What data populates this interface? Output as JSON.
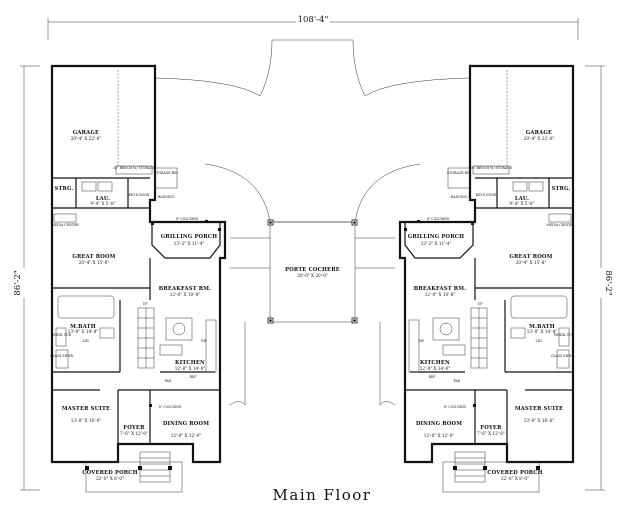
{
  "title": "Main Floor",
  "overall_width": "108'-4\"",
  "overall_depth": "86'-2\"",
  "center": {
    "porte_cochere": {
      "name": "PORTE COCHERE",
      "size": "20'-0\" X 20'-0\""
    }
  },
  "unit": {
    "garage": {
      "name": "GARAGE",
      "size": "20'-4\" X 22'-0\""
    },
    "bench": "16\" BENCH W/ STORAGE",
    "storage": "STORAGE BIN",
    "strg": "STRG.",
    "lau": {
      "name": "LAU.",
      "size": "9'-4\" X 5'-8\""
    },
    "kids_nook": "KID'S NOOK",
    "hanging": "HANGING",
    "media_center": "MEDIA CENTER",
    "column8": "8\" COLUMNS",
    "grilling_porch": {
      "name": "GRILLING PORCH",
      "size": "13'-2\" X 11'-4\""
    },
    "great_room": {
      "name": "GREAT ROOM",
      "size": "20'-4\" X 15'-8\""
    },
    "breakfast": {
      "name": "BREAKFAST RM.",
      "size": "12'-0\" X 10'-8\""
    },
    "m_bath": {
      "name": "M.BATH",
      "size": "13'-0\" X 14'-8\""
    },
    "whirl_tub": "WHIRL TUB",
    "glass_shwr": "GLASS SHWR.",
    "lin": "LIN.",
    "up": "UP",
    "dw": "DW",
    "kitchen": {
      "name": "KITCHEN",
      "size": "12'-0\" X 14'-0\""
    },
    "pan": "PAN",
    "ref": "REF",
    "master_suite": {
      "name": "MASTER SUITE",
      "size": "13'-0\" X 16'-0\""
    },
    "foyer": {
      "name": "FOYER",
      "size": "7'-6\" X 12'-0\""
    },
    "dining": {
      "name": "DINING ROOM",
      "size": "12'-0\" X 12'-0\""
    },
    "covered_porch": {
      "name": "COVERED PORCH",
      "size": "22'-0\" X 8'-0\""
    }
  }
}
